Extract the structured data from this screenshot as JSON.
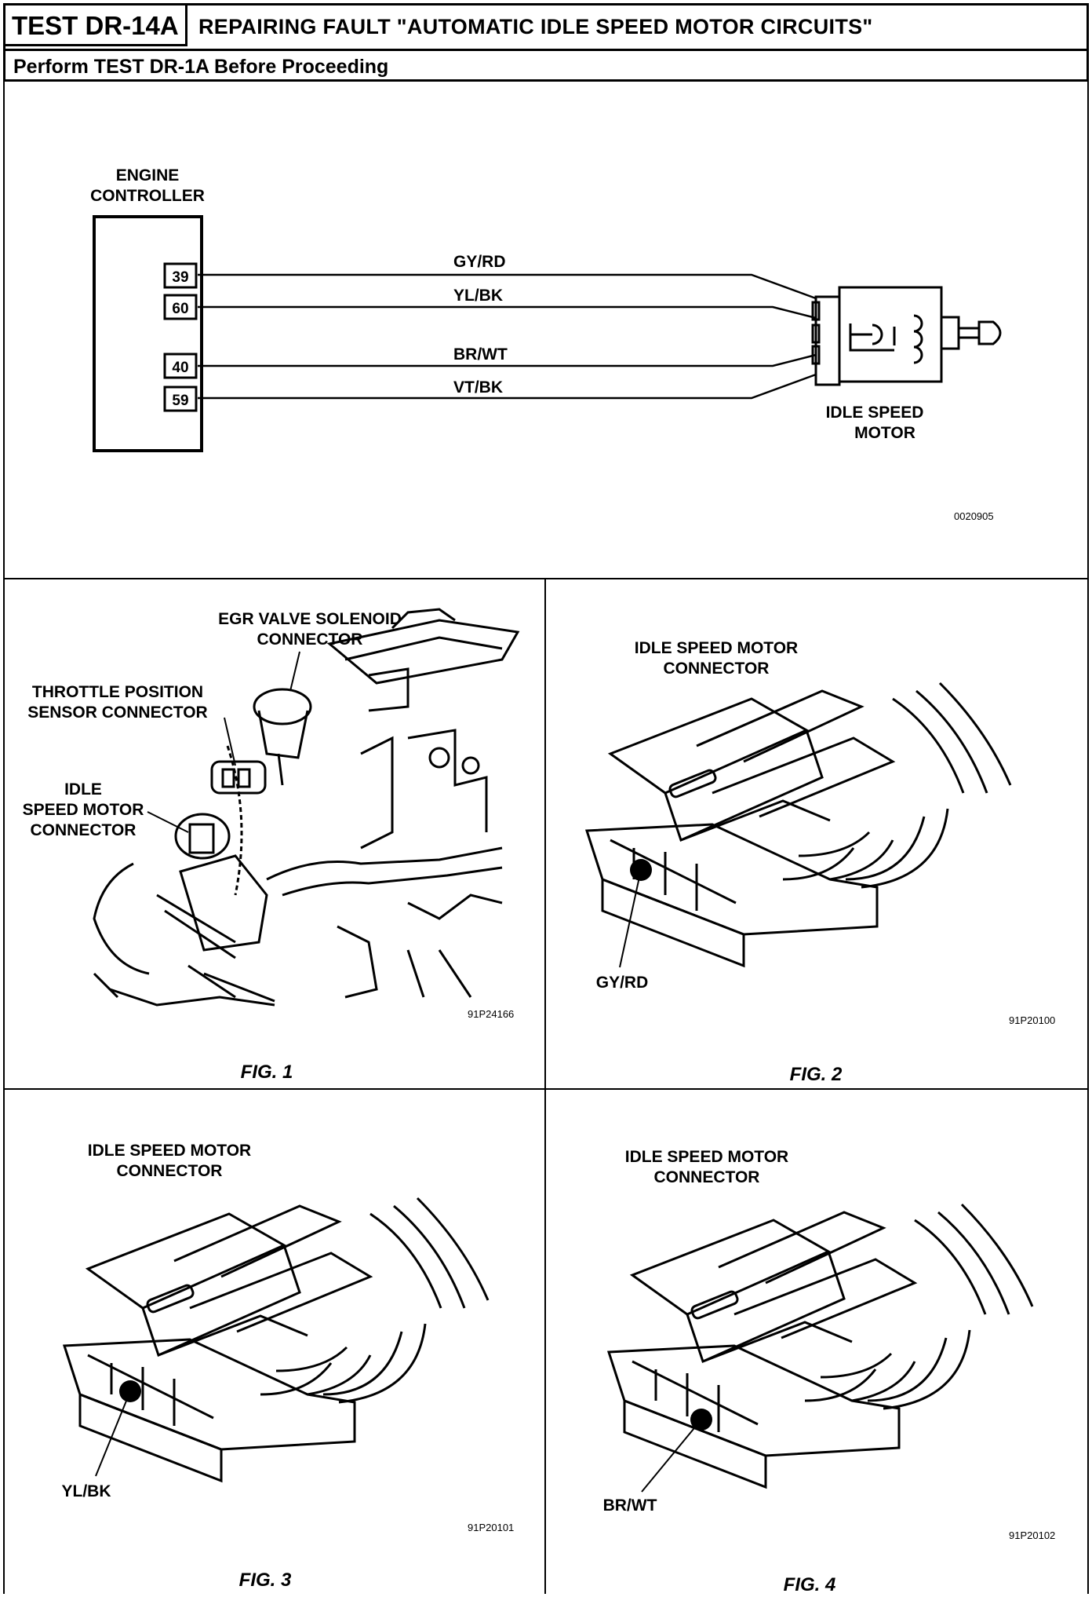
{
  "header": {
    "test_code": "TEST DR-14A",
    "title": "REPAIRING FAULT \"AUTOMATIC IDLE SPEED MOTOR CIRCUITS\"",
    "subtitle": "Perform TEST DR-1A Before Proceeding"
  },
  "schematic": {
    "controller_label_line1": "ENGINE",
    "controller_label_line2": "CONTROLLER",
    "pins": [
      "39",
      "60",
      "40",
      "59"
    ],
    "wires": [
      "GY/RD",
      "YL/BK",
      "BR/WT",
      "VT/BK"
    ],
    "motor_label_line1": "IDLE SPEED",
    "motor_label_line2": "MOTOR",
    "drawing_code": "0020905"
  },
  "fig1": {
    "caption": "FIG. 1",
    "code": "91P24166",
    "egr_line1": "EGR VALVE SOLENOID",
    "egr_line2": "CONNECTOR",
    "tps_line1": "THROTTLE POSITION",
    "tps_line2": "SENSOR CONNECTOR",
    "isc_line1": "IDLE",
    "isc_line2": "SPEED MOTOR",
    "isc_line3": "CONNECTOR"
  },
  "fig2": {
    "caption": "FIG. 2",
    "code": "91P20100",
    "title_line1": "IDLE SPEED MOTOR",
    "title_line2": "CONNECTOR",
    "wire": "GY/RD"
  },
  "fig3": {
    "caption": "FIG. 3",
    "code": "91P20101",
    "title_line1": "IDLE SPEED MOTOR",
    "title_line2": "CONNECTOR",
    "wire": "YL/BK"
  },
  "fig4": {
    "caption": "FIG. 4",
    "code": "91P20102",
    "title_line1": "IDLE SPEED MOTOR",
    "title_line2": "CONNECTOR",
    "wire": "BR/WT"
  }
}
